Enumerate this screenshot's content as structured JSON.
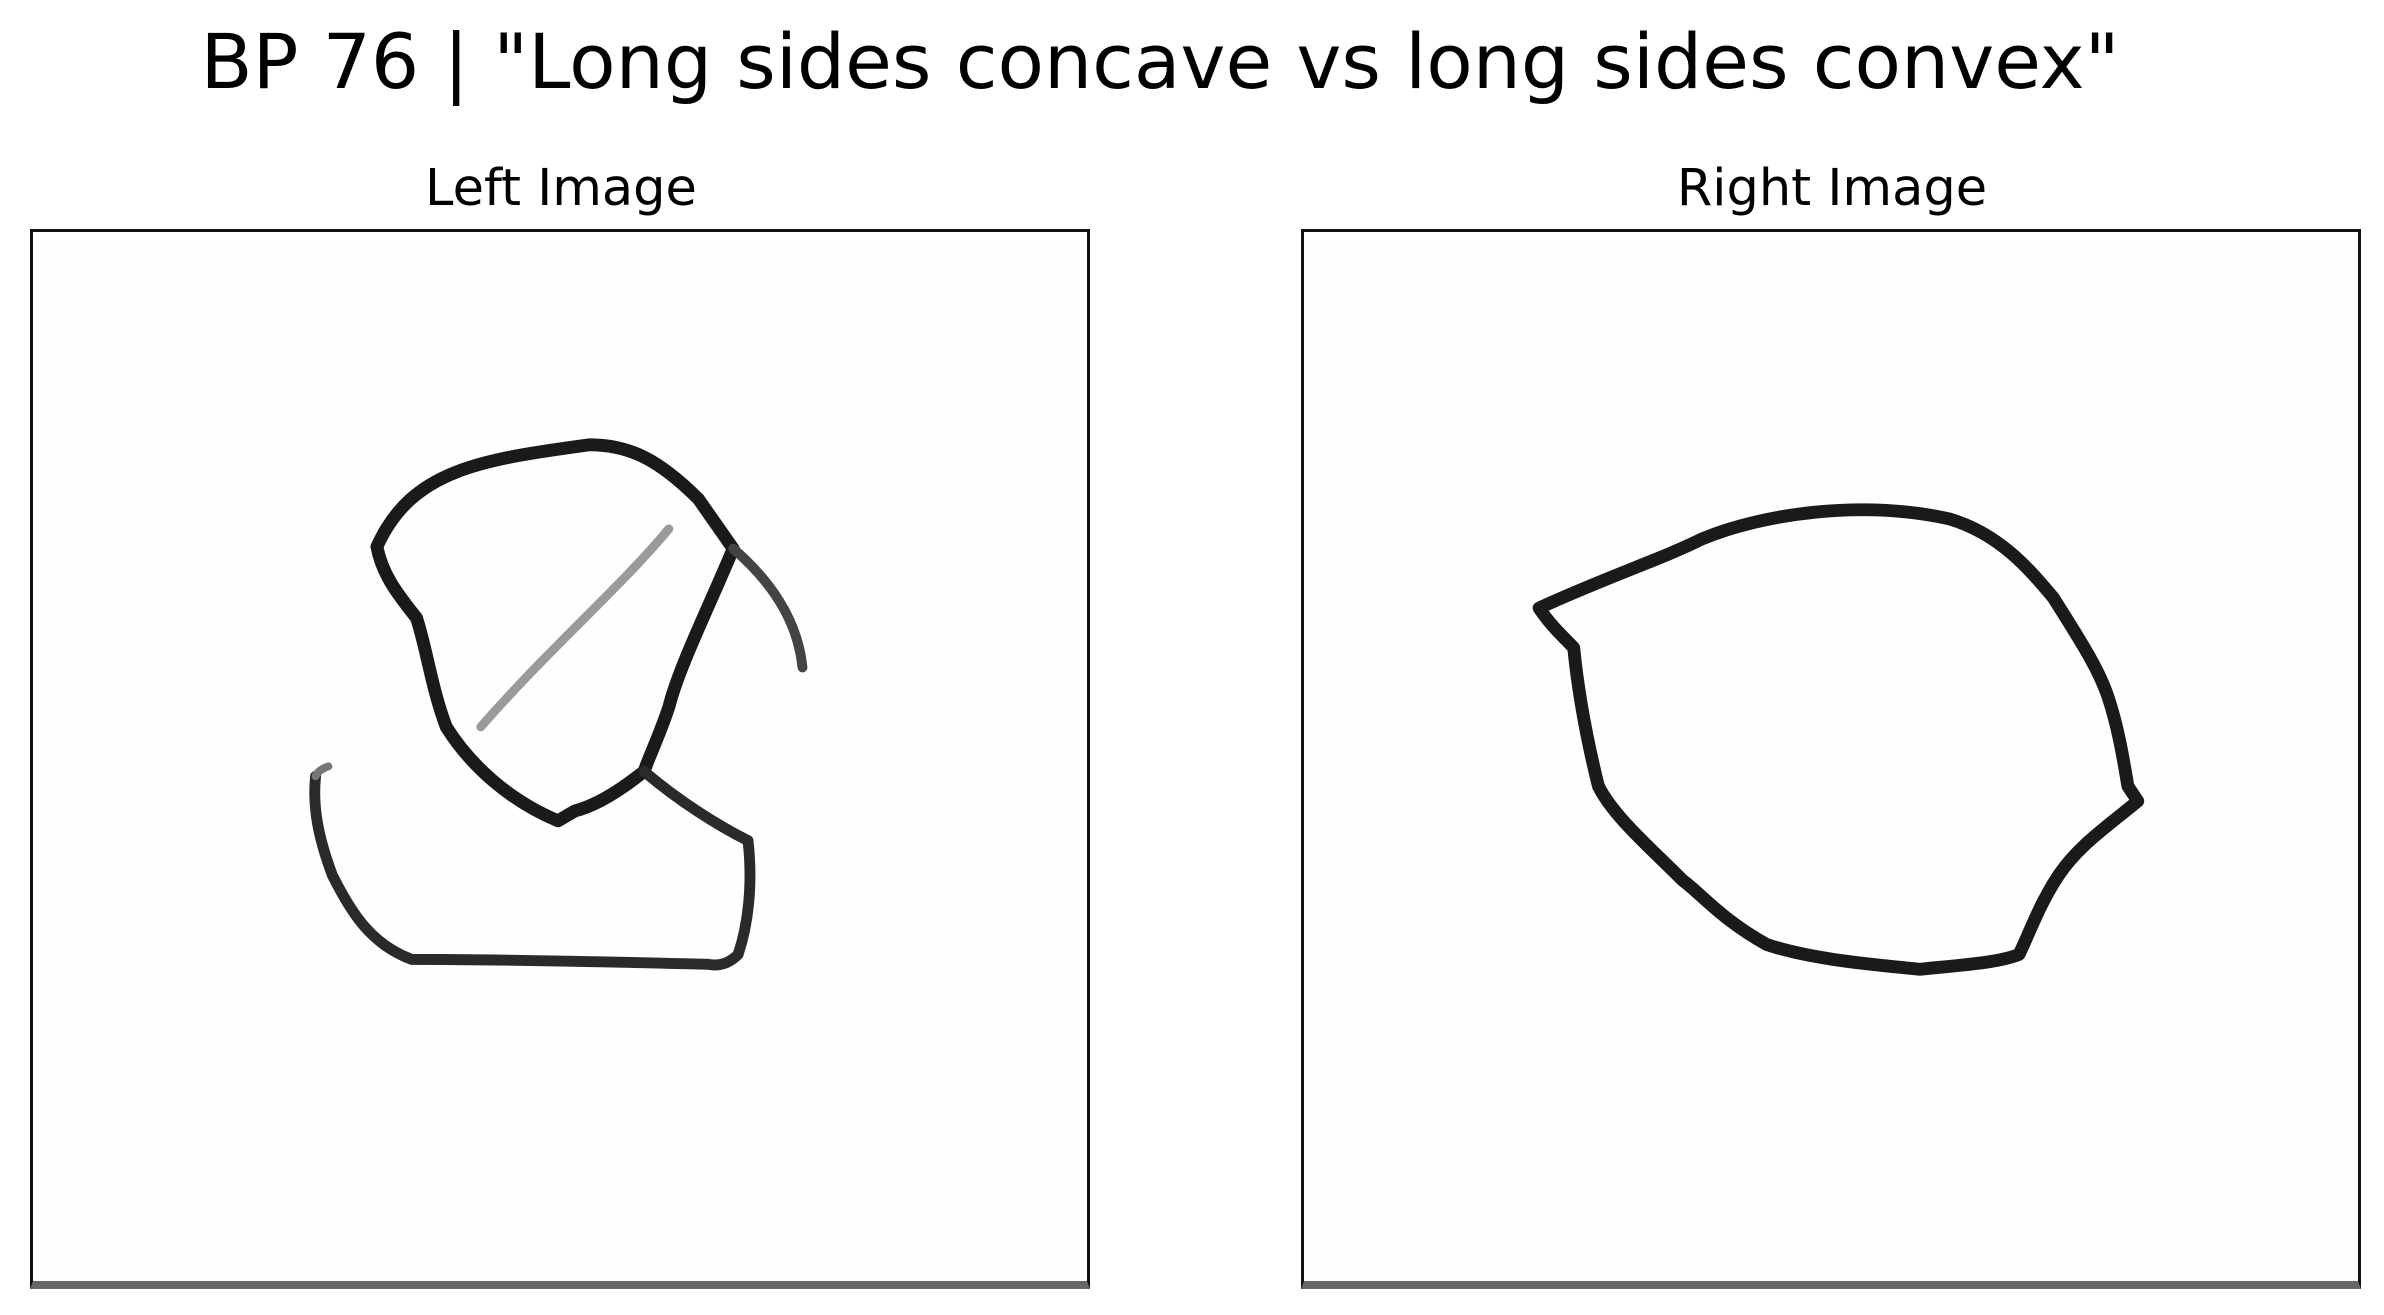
{
  "figure": {
    "title": "BP 76 | \"Long sides concave vs long sides convex\""
  },
  "panels": [
    {
      "title": "Left Image"
    },
    {
      "title": "Right Image"
    }
  ],
  "colors": {
    "background": "#ffffff",
    "ink": "#111111",
    "frame": "#111111",
    "frame_bottom": "#666666"
  }
}
